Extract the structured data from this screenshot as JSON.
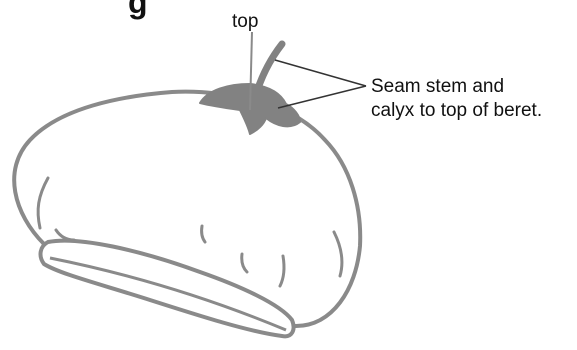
{
  "figure": {
    "cropped_heading": "g",
    "top_label": "top",
    "callout": {
      "line1": "Seam stem and",
      "line2": "calyx to top of beret."
    },
    "colors": {
      "outline": "#8a8a8a",
      "calyx_fill": "#828282",
      "text": "#111111",
      "background": "#ffffff"
    }
  }
}
